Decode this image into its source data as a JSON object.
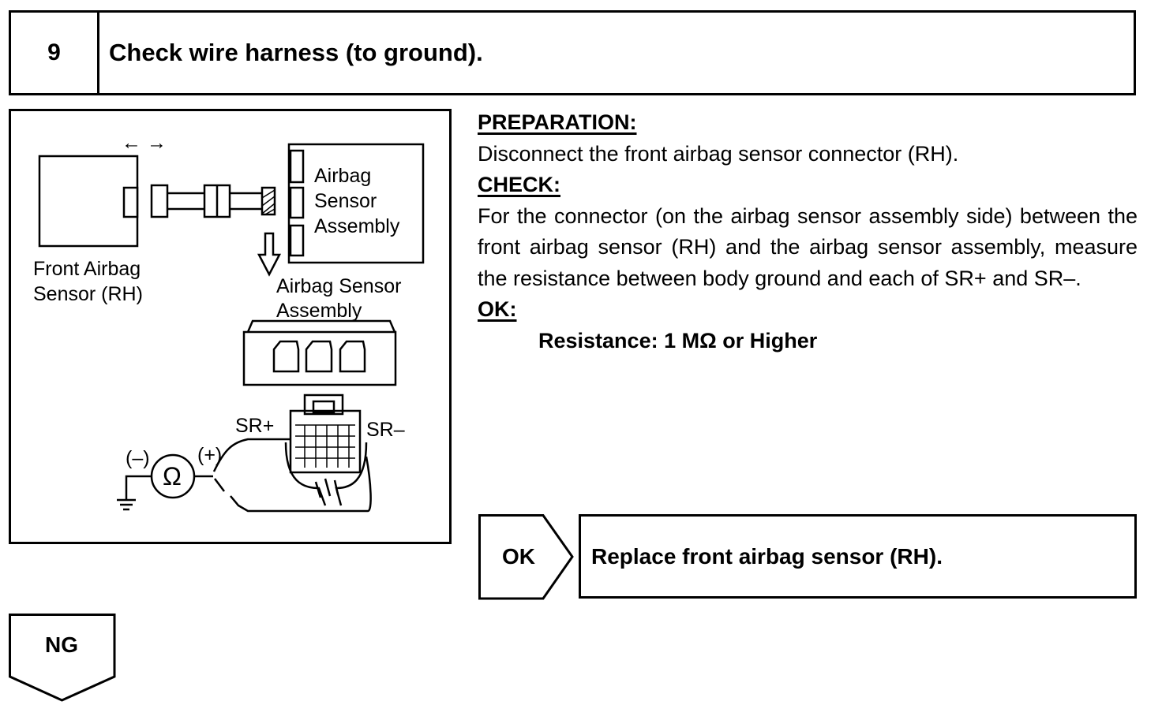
{
  "step": {
    "number": "9",
    "title": "Check wire harness (to ground)."
  },
  "figure": {
    "front_sensor_label_1": "Front Airbag",
    "front_sensor_label_2": "Sensor (RH)",
    "assembly_label_top_1": "Airbag",
    "assembly_label_top_2": "Sensor",
    "assembly_label_top_3": "Assembly",
    "assembly_label_mid_1": "Airbag Sensor",
    "assembly_label_mid_2": "Assembly",
    "terminal_plus": "SR+",
    "terminal_minus": "SR–",
    "meter_minus": "(–)",
    "meter_plus": "(+)",
    "ohm_symbol": "Ω",
    "disconnect_arrows": "← →"
  },
  "instructions": {
    "preparation_heading": "PREPARATION:",
    "preparation_text": "Disconnect the front airbag sensor connector (RH).",
    "check_heading": "CHECK:",
    "check_text": "For the connector (on the airbag sensor assembly side) between the front airbag sensor (RH) and the airbag sensor assembly, measure the resistance between body ground and each of SR+ and SR–.",
    "ok_heading": "OK:",
    "spec": "Resistance: 1 MΩ or Higher"
  },
  "ok_branch": {
    "label": "OK",
    "action": "Replace front airbag sensor (RH)."
  },
  "ng_branch": {
    "label": "NG"
  }
}
